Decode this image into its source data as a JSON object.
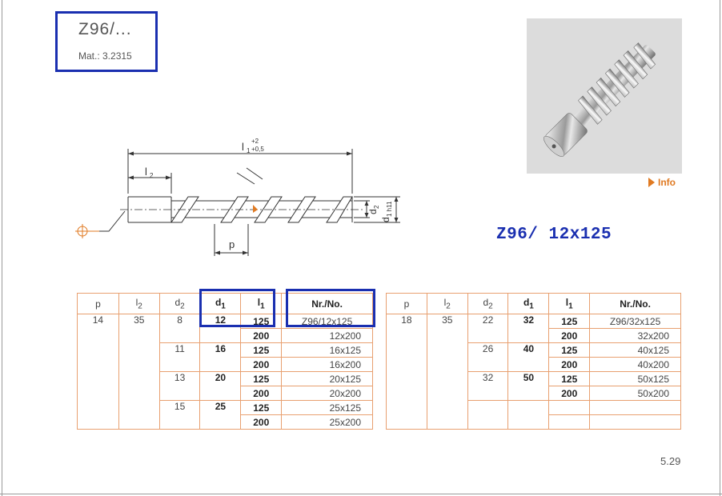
{
  "header": {
    "title": "Z96/...",
    "material": "Mat.: 3.2315"
  },
  "info_link": {
    "label": "Info",
    "color": "#e07a22"
  },
  "selection": {
    "label": "Z96/ 12x125",
    "color": "#1a2fb0"
  },
  "drawing": {
    "dim_l1": "l",
    "dim_l1_sub": "1",
    "tol_upper": "+2",
    "tol_lower": "+0,5",
    "dim_l2": "l",
    "dim_l2_sub": "2",
    "dim_p": "p",
    "dim_d2": "d",
    "dim_d2_sub": "2",
    "dim_d1": "d",
    "dim_d1_sub": "1 h11"
  },
  "table_left": {
    "headers": {
      "p": "p",
      "l2": "l",
      "l2_sub": "2",
      "d2": "d",
      "d2_sub": "2",
      "d1": "d",
      "d1_sub": "1",
      "l1": "l",
      "l1_sub": "1",
      "nr": "Nr./No."
    },
    "p": "14",
    "l2": "35",
    "groups": [
      {
        "d2": "8",
        "d1": "12",
        "rows": [
          {
            "l1": "125",
            "nr": "Z96/12x125"
          },
          {
            "l1": "200",
            "nr": "12x200"
          }
        ]
      },
      {
        "d2": "11",
        "d1": "16",
        "rows": [
          {
            "l1": "125",
            "nr": "16x125"
          },
          {
            "l1": "200",
            "nr": "16x200"
          }
        ]
      },
      {
        "d2": "13",
        "d1": "20",
        "rows": [
          {
            "l1": "125",
            "nr": "20x125"
          },
          {
            "l1": "200",
            "nr": "20x200"
          }
        ]
      },
      {
        "d2": "15",
        "d1": "25",
        "rows": [
          {
            "l1": "125",
            "nr": "25x125"
          },
          {
            "l1": "200",
            "nr": "25x200"
          }
        ]
      }
    ]
  },
  "table_right": {
    "headers": {
      "p": "p",
      "l2": "l",
      "l2_sub": "2",
      "d2": "d",
      "d2_sub": "2",
      "d1": "d",
      "d1_sub": "1",
      "l1": "l",
      "l1_sub": "1",
      "nr": "Nr./No."
    },
    "p": "18",
    "l2": "35",
    "groups": [
      {
        "d2": "22",
        "d1": "32",
        "rows": [
          {
            "l1": "125",
            "nr": "Z96/32x125"
          },
          {
            "l1": "200",
            "nr": "32x200"
          }
        ]
      },
      {
        "d2": "26",
        "d1": "40",
        "rows": [
          {
            "l1": "125",
            "nr": "40x125"
          },
          {
            "l1": "200",
            "nr": "40x200"
          }
        ]
      },
      {
        "d2": "32",
        "d1": "50",
        "rows": [
          {
            "l1": "125",
            "nr": "50x125"
          },
          {
            "l1": "200",
            "nr": "50x200"
          }
        ]
      }
    ]
  },
  "page_number": "5.29",
  "colors": {
    "highlight": "#1a2fb0",
    "table_border": "#e8a070"
  }
}
